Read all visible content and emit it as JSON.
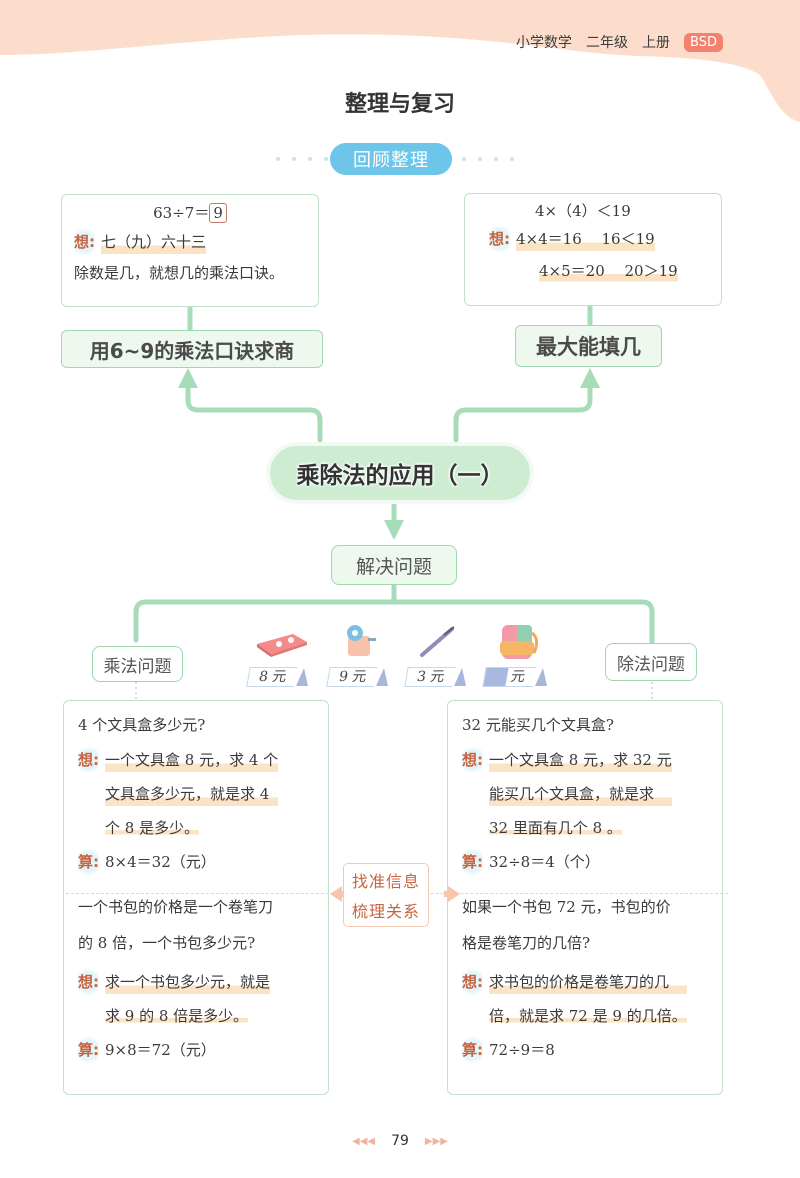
{
  "header": {
    "subject": "小学数学",
    "grade": "二年级",
    "volume": "上册",
    "edition_badge": "BSD",
    "badge_color": "#f2826e",
    "band_color": "#fcdcca"
  },
  "page_title": "整理与复习",
  "section_pill": {
    "label": "回顾整理",
    "color": "#6dc6ea"
  },
  "top_left": {
    "example_prefix": "63÷7＝",
    "example_answer": "9",
    "think_label": "想:",
    "think_text": "七（九）六十三",
    "note": "除数是几，就想几的乘法口诀。",
    "topic": "用6~9的乘法口诀求商"
  },
  "top_right": {
    "example": "4×（4）＜19",
    "think_label": "想:",
    "line1": "4×4＝16　 16＜19",
    "line2": "4×5＝20　 20＞19",
    "topic": "最大能填几"
  },
  "center_node": "乘除法的应用（一）",
  "solve_node": "解决问题",
  "branches": {
    "left": "乘法问题",
    "right": "除法问题"
  },
  "items": [
    {
      "icon": "pencil-case-icon",
      "price": "8 元"
    },
    {
      "icon": "pencil-sharpener-icon",
      "price": "9 元"
    },
    {
      "icon": "pen-icon",
      "price": "3 元"
    },
    {
      "icon": "backpack-icon",
      "price": "元"
    }
  ],
  "middle_tag": {
    "line1": "找准信息",
    "line2": "梳理关系",
    "color": "#c8643f"
  },
  "left_card": {
    "q1": "4 个文具盒多少元?",
    "q1_think_label": "想:",
    "q1_think": [
      "一个文具盒 8 元，求 4 个",
      "文具盒多少元，就是求 4",
      "个 8 是多少。"
    ],
    "q1_calc_label": "算:",
    "q1_calc": "8×4＝32（元）",
    "q2": [
      "一个书包的价格是一个卷笔刀",
      "的 8 倍，一个书包多少元?"
    ],
    "q2_think_label": "想:",
    "q2_think": [
      "求一个书包多少元，就是",
      "求 9 的 8 倍是多少。"
    ],
    "q2_calc_label": "算:",
    "q2_calc": "9×8＝72（元）"
  },
  "right_card": {
    "q1": "32 元能买几个文具盒?",
    "q1_think_label": "想:",
    "q1_think": [
      "一个文具盒 8 元，求 32 元",
      "能买几个文具盒，就是求",
      "32 里面有几个 8 。"
    ],
    "q1_calc_label": "算:",
    "q1_calc": "32÷8＝4（个）",
    "q2": [
      "如果一个书包 72 元，书包的价",
      "格是卷笔刀的几倍?"
    ],
    "q2_think_label": "想:",
    "q2_think": [
      "求书包的价格是卷笔刀的几",
      "倍，就是求 72 是 9 的几倍。"
    ],
    "q2_calc_label": "算:",
    "q2_calc": "72÷9＝8"
  },
  "footer": {
    "page_number": "79"
  }
}
